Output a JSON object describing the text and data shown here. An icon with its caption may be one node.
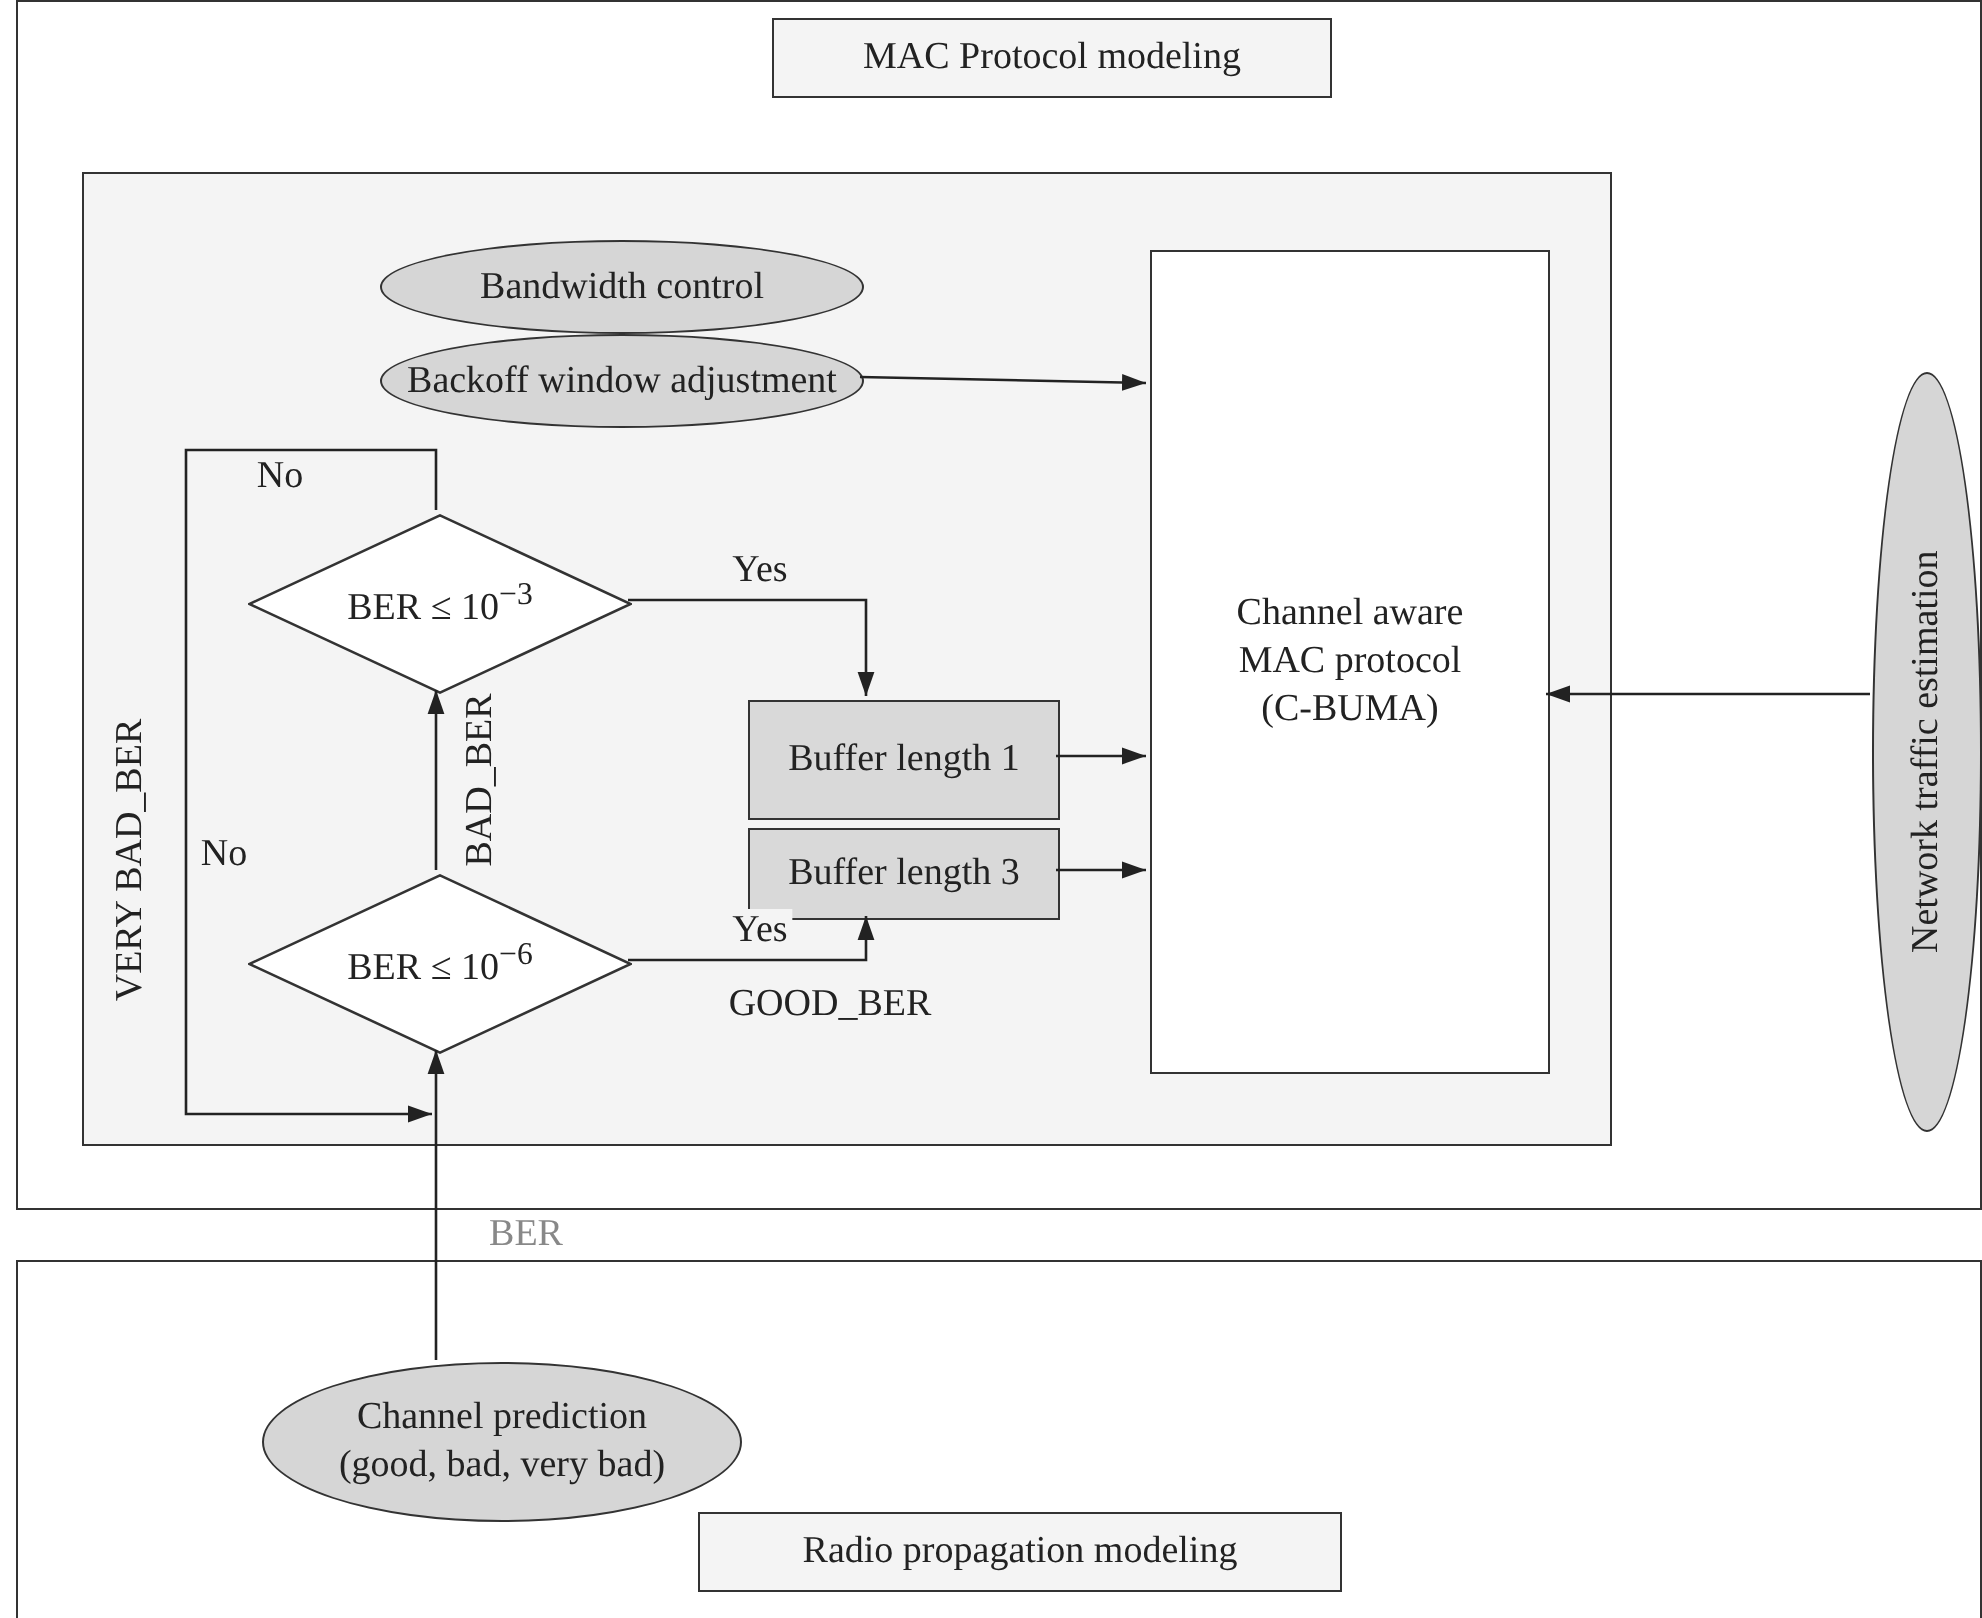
{
  "diagram": {
    "nodes": [
      {
        "text": [],
        "shape": "box"
      },
      {
        "text": [
          "MAC Protocol modeling"
        ],
        "in": 0
      },
      {
        "text": [],
        "shape": "box",
        "in": 0
      },
      {
        "text": [
          "Bandwidth control"
        ],
        "in": 2
      },
      {
        "text": [
          "Backoff window adjustment"
        ],
        "in": 2
      },
      {
        "text": [
          "BER ≤ 10$^{−3}$"
        ],
        "in": 2
      },
      {
        "text": [
          "Buffer length 1"
        ],
        "in": 2
      },
      {
        "text": [
          "Buffer length 3"
        ],
        "in": 2
      },
      {
        "text": [
          "BER ≤ 10$^{−6}$"
        ],
        "in": 2
      },
      {
        "text": [
          "Channel aware MAC protocol (C-BUMA)"
        ],
        "in": 2
      },
      {
        "text": [
          "Network traffic estimation"
        ],
        "in": 0
      },
      {
        "text": [],
        "shape": "box"
      },
      {
        "text": [
          "Channel prediction (good, bad, very bad)"
        ],
        "in": 11
      },
      {
        "text": [
          "Radio propagation modeling"
        ],
        "in": 11
      }
    ],
    "edges": [
      {
        "from": 4,
        "to": 9,
        "arrow": "to"
      },
      {
        "from": 5,
        "to": 6,
        "arrow": "to",
        "label": "Yes"
      },
      {
        "from": 5,
        "to": 8,
        "arrow": "to",
        "label": "VERY BAD_BER"
      },
      {
        "from": 8,
        "to": 5,
        "arrow": "to",
        "label": "BAD_BER"
      },
      {
        "from": 8,
        "to": 7,
        "arrow": "to",
        "label": "Yes"
      },
      {
        "from": 6,
        "to": 9,
        "arrow": "to"
      },
      {
        "from": 7,
        "to": 9,
        "arrow": "to"
      },
      {
        "from": 10,
        "to": 9,
        "arrow": "to"
      },
      {
        "from": 12,
        "to": 8,
        "arrow": "to",
        "label": "BER"
      }
    ],
    "labels": [
      "No",
      "No",
      "GOOD_BER"
    ]
  }
}
